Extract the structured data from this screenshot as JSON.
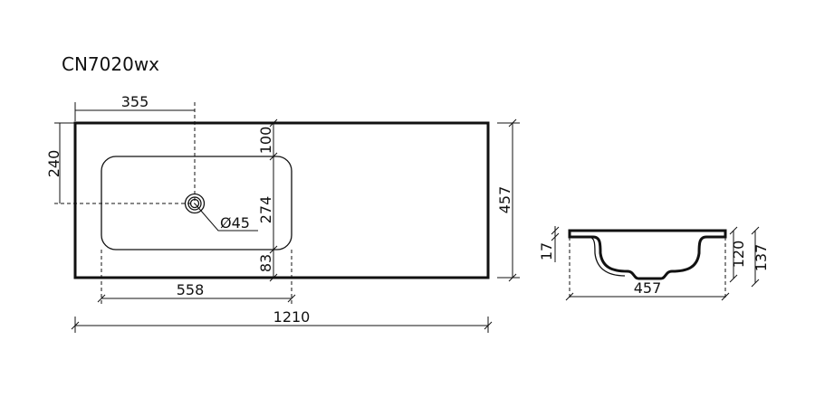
{
  "title": "CN7020wx",
  "top_view": {
    "dim_drain_from_left": "355",
    "dim_drain_from_top": "240",
    "dim_basin_top_offset": "100",
    "dim_basin_depth": "274",
    "dim_basin_bottom_offset": "83",
    "dim_drain_diameter": "Ø45",
    "dim_basin_width": "558",
    "dim_total_width": "1210",
    "dim_total_depth": "457"
  },
  "side_view": {
    "dim_rim_thickness": "17",
    "dim_basin_height": "120",
    "dim_total_height": "137",
    "dim_depth": "457"
  }
}
